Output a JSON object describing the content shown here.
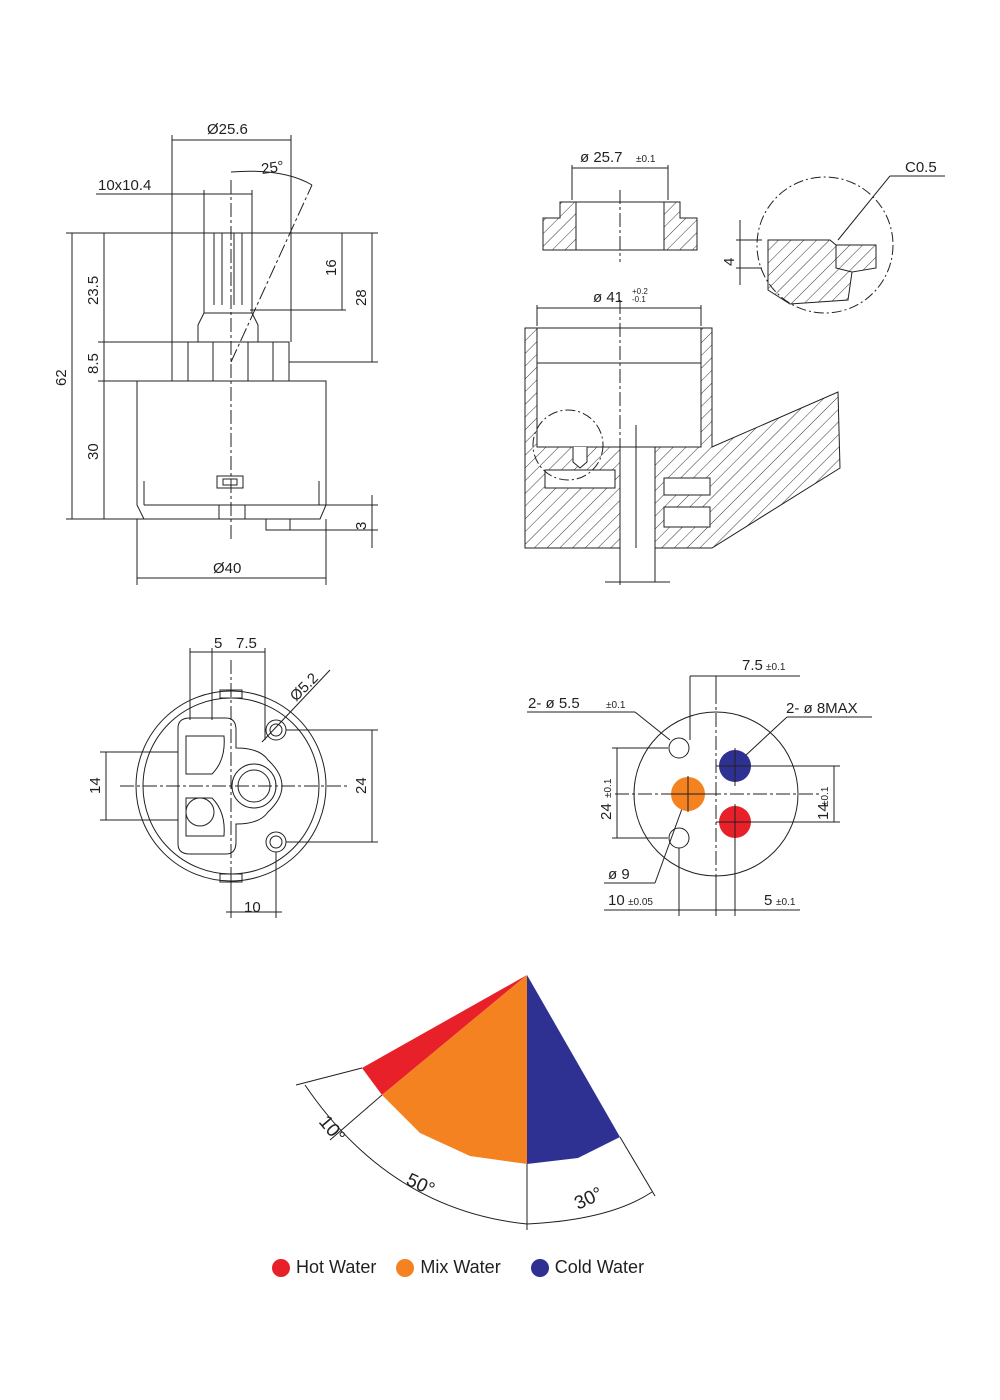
{
  "drawing": {
    "side_view": {
      "top_diameter": "Ø25.6",
      "stem_size": "10x10.4",
      "angle": "25°",
      "dim_16": "16",
      "dim_28": "28",
      "dim_23_5": "23.5",
      "dim_62": "62",
      "dim_8_5": "8.5",
      "dim_30": "30",
      "dim_3": "3",
      "bottom_diameter": "Ø40"
    },
    "section_view": {
      "diameter_top": "ø 25.7",
      "diameter_top_tol": "±0.1",
      "chamfer": "C0.5",
      "dim_4": "4",
      "diameter_body": "ø 41",
      "diameter_body_tol_upper": "+0.2",
      "diameter_body_tol_lower": "-0.1"
    },
    "bottom_view": {
      "dim_5": "5",
      "dim_7_5": "7.5",
      "hole": "Ø5.2",
      "dim_14": "14",
      "dim_24": "24",
      "dim_10": "10"
    },
    "seat_view": {
      "dim_7_5": "7.5",
      "dim_7_5_tol": "±0.1",
      "small_holes": "2- ø 5.5",
      "small_holes_tol": "±0.1",
      "ports": "2- ø 8MAX",
      "dim_24": "24",
      "dim_24_tol": "±0.1",
      "dim_14": "14",
      "dim_14_tol": "±0.1",
      "mix_port": "ø 9",
      "dim_10": "10",
      "dim_10_tol": "±0.05",
      "dim_5": "5",
      "dim_5_tol": "±0.1"
    },
    "rotation": {
      "angle_hot": "10°",
      "angle_mix": "50°",
      "angle_cold": "30°"
    }
  },
  "legend": {
    "hot": "Hot Water",
    "mix": "Mix Water",
    "cold": "Cold Water"
  },
  "colors": {
    "hot": "#e8202a",
    "mix": "#f58220",
    "cold": "#2e3192",
    "line": "#231f20"
  }
}
